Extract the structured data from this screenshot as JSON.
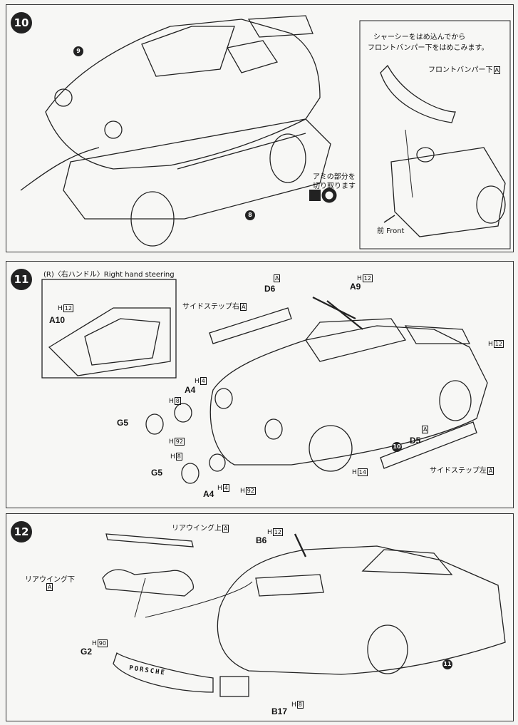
{
  "step10": {
    "number": "10",
    "body_callout": "9",
    "chassis_callout": "8",
    "note_line1": "シャーシーをはめ込んでから",
    "note_line2": "フロントバンパー下をはめこみます。",
    "bumper_label": "フロントバンパー下",
    "bumper_tag": "A",
    "mesh_line1": "アミの部分を",
    "mesh_line2": "切り取ります",
    "front_label": "前 Front"
  },
  "step11": {
    "number": "11",
    "steering_label": "(R)〈右ハンドル〉Right hand steering",
    "a10": "A10",
    "a10_h": "H",
    "a10_hbox": "12",
    "side_step_r": "サイドステップ右",
    "side_step_r_tag": "A",
    "d6": "D6",
    "d6_tag": "A",
    "a9": "A9",
    "a9_h": "H",
    "a9_hbox": "12",
    "roof_h": "H",
    "roof_hbox": "12",
    "a4_top": "A4",
    "a4_top_h": "H",
    "a4_top_hbox": "4",
    "h8_top": "H",
    "h8_top_box": "8",
    "g5_top": "G5",
    "h92_top": "H",
    "h92_top_box": "92",
    "body_callout": "10",
    "d5": "D5",
    "d5_tag": "A",
    "h14": "H",
    "h14_box": "14",
    "side_step_l": "サイドステップ左",
    "side_step_l_tag": "A",
    "h8_bot": "H",
    "h8_bot_box": "8",
    "g5_bot": "G5",
    "a4_bot": "A4",
    "a4_bot_h": "H",
    "a4_bot_hbox": "4",
    "h92_bot": "H",
    "h92_bot_box": "92"
  },
  "step12": {
    "number": "12",
    "wing_upper": "リアウイング上",
    "wing_upper_tag": "A",
    "wing_lower": "リアウイング下",
    "wing_lower_tag": "A",
    "b6": "B6",
    "b6_h": "H",
    "b6_hbox": "12",
    "g2": "G2",
    "g2_h": "H",
    "g2_hbox": "90",
    "porsche": "PORSCHE",
    "body_callout": "11",
    "b17": "B17",
    "b17_h": "H",
    "b17_hbox": "8"
  }
}
